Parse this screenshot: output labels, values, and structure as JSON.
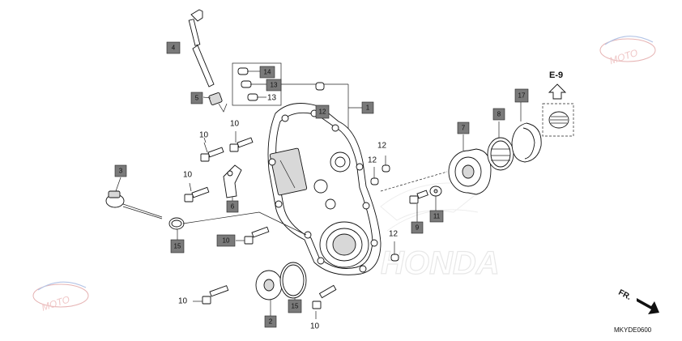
{
  "diagram": {
    "code": "MKYDE0600",
    "reference_label": "E-9",
    "direction_label": "FR.",
    "watermark_brand": "HONDA",
    "watermark_logo": "MOTO",
    "boxed_labels": {
      "p1": "1",
      "p2": "2",
      "p3": "3",
      "p4": "4",
      "p5": "5",
      "p6": "6",
      "p7": "7",
      "p8": "8",
      "p9": "9",
      "p11": "11",
      "p12": "12",
      "p13": "13",
      "p14": "14",
      "p15a": "15",
      "p15b": "15",
      "p17": "17",
      "p10": "10"
    },
    "plain_labels": {
      "l10a": "10",
      "l10b": "10",
      "l10c": "10",
      "l10d": "10",
      "l10e": "10",
      "l12a": "12",
      "l12b": "12",
      "l12c": "12",
      "l13": "13"
    }
  }
}
